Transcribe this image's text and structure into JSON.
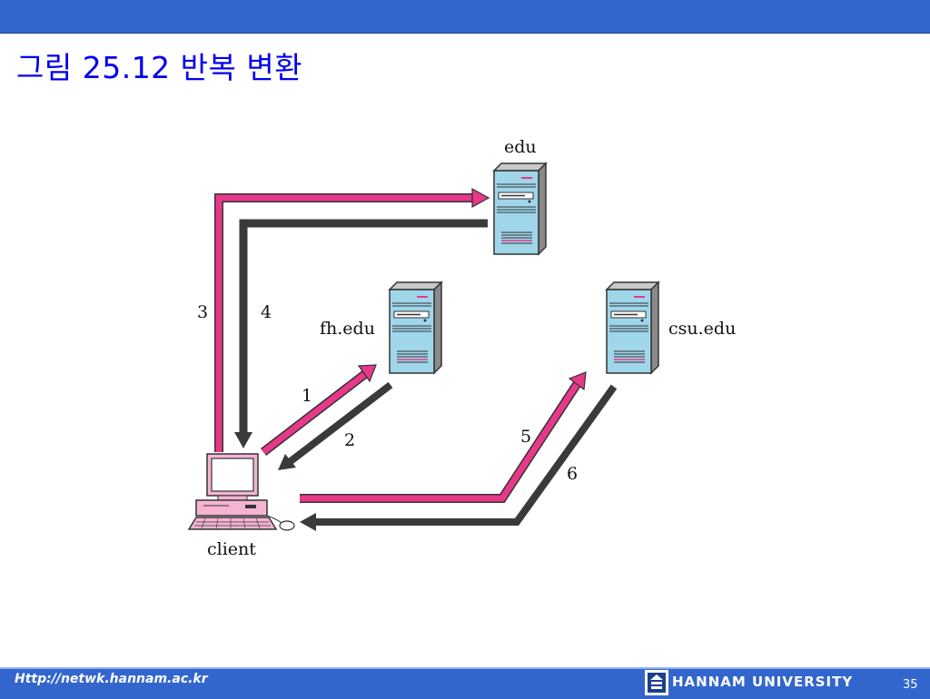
{
  "title": "그림 25.12 반복 변환",
  "nodes": {
    "edu": "edu",
    "fh_edu": "fh.edu",
    "csu_edu": "csu.edu",
    "client": "client"
  },
  "steps": [
    "1",
    "2",
    "3",
    "4",
    "5",
    "6"
  ],
  "colors": {
    "header": "#3366cc",
    "title": "#0000ee",
    "query_arrow": "#e8388a",
    "response_arrow": "#3a3a3a",
    "server_body": "#9fd6ea"
  },
  "footer": {
    "url": "Http://netwk.hannam.ac.kr",
    "university": "HANNAM  UNIVERSITY",
    "page": "35"
  }
}
